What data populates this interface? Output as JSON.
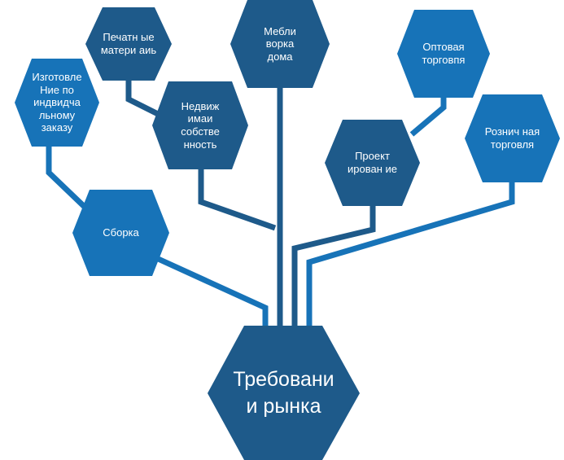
{
  "diagram": {
    "colors": {
      "dark": "#1e5a8a",
      "light": "#1773b8",
      "connector_dark": "#1e5a8a",
      "connector_light": "#1773b8",
      "label": "#ffffff",
      "background": "#ffffff"
    },
    "root": {
      "lines": [
        "Требовани",
        "и рынка"
      ]
    },
    "nodes": [
      {
        "id": "izgotovlenie",
        "lines": [
          "Изготовле",
          "Ние по",
          "индвидча",
          "льному",
          "заказу"
        ]
      },
      {
        "id": "pechatnye",
        "lines": [
          "Печатн ые",
          "матери аиь"
        ]
      },
      {
        "id": "mebel",
        "lines": [
          "Мебли",
          "ворка",
          "дома"
        ]
      },
      {
        "id": "nedvizhimost",
        "lines": [
          "Недвиж",
          "имаи",
          "собстве",
          "нность"
        ]
      },
      {
        "id": "optovaya",
        "lines": [
          "Оптовая",
          "торговпя"
        ]
      },
      {
        "id": "roznichnaya",
        "lines": [
          "Рознич ная",
          "торговля"
        ]
      },
      {
        "id": "proektirovanie",
        "lines": [
          "Проект",
          "ирован ие"
        ]
      },
      {
        "id": "sborka",
        "lines": [
          "Сборка"
        ]
      }
    ]
  }
}
